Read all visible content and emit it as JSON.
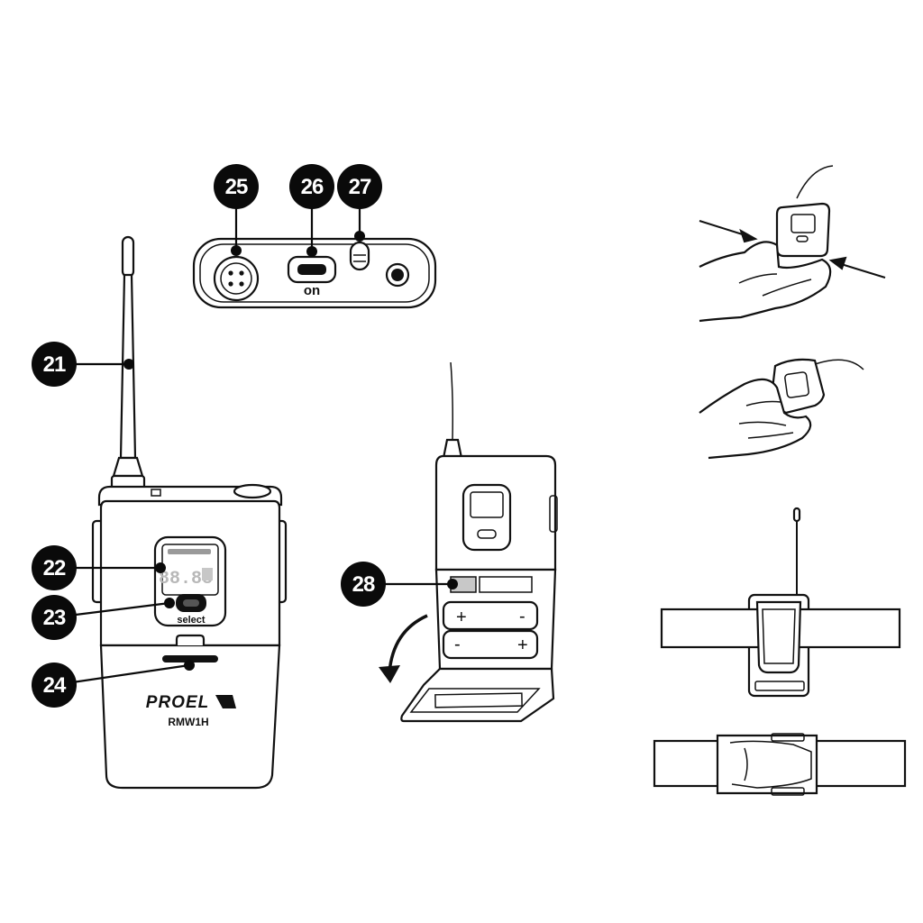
{
  "callouts": [
    {
      "id": "c21",
      "number": "21"
    },
    {
      "id": "c22",
      "number": "22"
    },
    {
      "id": "c23",
      "number": "23"
    },
    {
      "id": "c24",
      "number": "24"
    },
    {
      "id": "c25",
      "number": "25"
    },
    {
      "id": "c26",
      "number": "26"
    },
    {
      "id": "c27",
      "number": "27"
    },
    {
      "id": "c28",
      "number": "28"
    }
  ],
  "top_panel": {
    "switch_label": "on"
  },
  "transmitter": {
    "button_label": "select",
    "brand": "PROEL",
    "model": "RMW1H"
  },
  "battery": {
    "plus_symbol": "+",
    "minus_symbol": "-"
  }
}
